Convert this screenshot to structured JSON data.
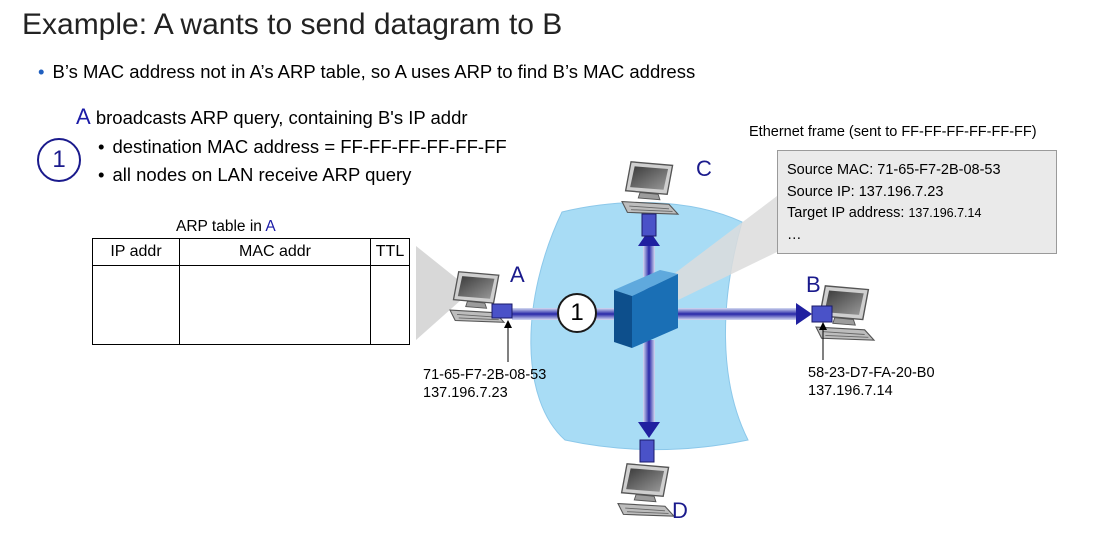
{
  "title": "Example: A wants to send datagram to B",
  "bullet": "B’s MAC address not in A’s ARP table, so A uses ARP to find B’s MAC address",
  "step": {
    "number": "1",
    "node_letter": "A",
    "heading": " broadcasts ARP query, containing B's IP addr",
    "sub_bullets": [
      "destination MAC address = FF-FF-FF-FF-FF-FF",
      "all nodes on LAN receive ARP query"
    ]
  },
  "arp_table": {
    "caption": "ARP table in ",
    "caption_node": "A",
    "columns": [
      "IP addr",
      "MAC addr",
      "TTL"
    ]
  },
  "frame": {
    "caption": "Ethernet frame (sent to FF-FF-FF-FF-FF-FF)",
    "source_mac_label": "Source MAC:  71-65-F7-2B-08-53",
    "source_ip_label": "Source IP: 137.196.7.23",
    "target_ip_label": "Target IP address: ",
    "target_ip_value": "137.196.7.14",
    "ellipsis": "…"
  },
  "nodes": {
    "A": {
      "label": "A",
      "mac": "71-65-F7-2B-08-53",
      "ip": "137.196.7.23"
    },
    "B": {
      "label": "B",
      "mac": "58-23-D7-FA-20-B0",
      "ip": "137.196.7.14"
    },
    "C": {
      "label": "C"
    },
    "D": {
      "label": "D"
    }
  },
  "link_step_label": "1",
  "colors": {
    "lan_cloud": "#a8dcf5",
    "arrow": "#2424a8",
    "switch": "#1a6fb5",
    "accent": "#1a1aa6"
  },
  "icons": [
    "computer-icon",
    "switch-icon"
  ]
}
